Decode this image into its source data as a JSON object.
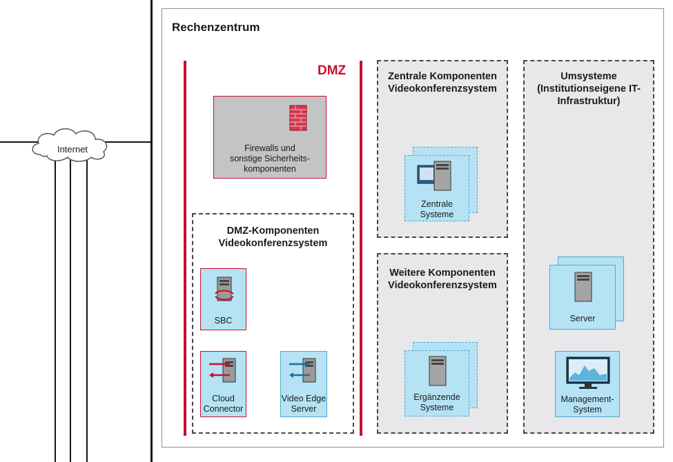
{
  "internet": {
    "label": "Internet"
  },
  "datacenter": {
    "title": "Rechenzentrum"
  },
  "dmz": {
    "label": "DMZ",
    "firewall": {
      "label_lines": [
        "Firewalls und",
        "sonstige Sicherheits-",
        "komponenten"
      ]
    },
    "components_box": {
      "title_lines": [
        "DMZ-Komponenten",
        "Videokonferenzsystem"
      ],
      "sbc": {
        "label": "SBC"
      },
      "cloud_connector": {
        "label_lines": [
          "Cloud",
          "Connector"
        ]
      },
      "video_edge": {
        "label_lines": [
          "Video Edge",
          "Server"
        ]
      }
    }
  },
  "central_box": {
    "title_lines": [
      "Zentrale Komponenten",
      "Videokonferenzsystem"
    ],
    "node": {
      "label_lines": [
        "Zentrale",
        "Systeme"
      ]
    }
  },
  "further_box": {
    "title_lines": [
      "Weitere Komponenten",
      "Videokonferenzsystem"
    ],
    "node": {
      "label_lines": [
        "Ergänzende",
        "Systeme"
      ]
    }
  },
  "umsysteme_box": {
    "title_lines": [
      "Umsysteme",
      "(Institutionseigene IT-",
      "Infrastruktur)"
    ],
    "server": {
      "label": "Server"
    },
    "management": {
      "label_lines": [
        "Management-",
        "System"
      ]
    }
  },
  "colors": {
    "dmz_red": "#c8102e",
    "node_cyan": "#b5e3f4",
    "box_grey": "#e8e8ea"
  }
}
